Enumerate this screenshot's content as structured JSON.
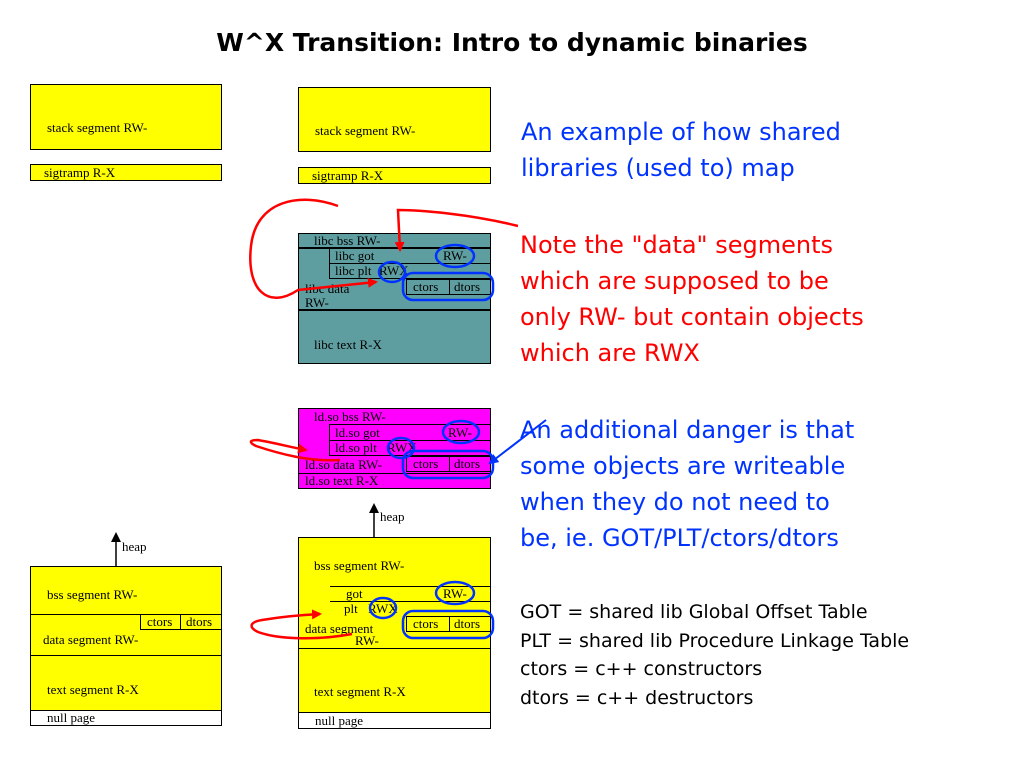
{
  "title": "W^X Transition: Intro to dynamic binaries",
  "left_map": {
    "stack": "stack segment RW-",
    "sigtramp": "sigtramp R-X",
    "heap": "heap",
    "bss": "bss segment RW-",
    "ctors": "ctors",
    "dtors": "dtors",
    "data": "data segment RW-",
    "text": "text segment  R-X",
    "null": "null page"
  },
  "right_map": {
    "stack": "stack segment RW-",
    "sigtramp": "sigtramp R-X",
    "libc": {
      "bss": "libc bss RW-",
      "got": "libc got",
      "got_rw": "RW-",
      "plt": "libc plt",
      "plt_rwx": "RWX",
      "data": "libc data",
      "data_rw": "RW-",
      "ctors": "ctors",
      "dtors": "dtors",
      "text": "libc text R-X"
    },
    "ldso": {
      "bss": "ld.so bss RW-",
      "got": "ld.so got",
      "got_rw": "RW-",
      "plt": "ld.so plt",
      "plt_rwx": "RWX",
      "data": "ld.so data RW-",
      "ctors": "ctors",
      "dtors": "dtors",
      "text": "ld.so text  R-X"
    },
    "heap": "heap",
    "bss": "bss segment RW-",
    "got": "got",
    "got_rw": "RW-",
    "plt": "plt",
    "plt_rwx": "RWX",
    "data": "data segment",
    "data_rw": "RW-",
    "ctors": "ctors",
    "dtors": "dtors",
    "text": "text segment R-X",
    "null": "null page"
  },
  "notes": {
    "example": [
      "An example of how shared",
      "libraries (used to) map"
    ],
    "data_segments": [
      "Note the \"data\" segments",
      "which are supposed to be",
      "only RW- but contain objects",
      "which are RWX"
    ],
    "danger": [
      "An additional danger is that",
      "some objects are writeable",
      "when they do not need to",
      "be, ie. GOT/PLT/ctors/dtors"
    ]
  },
  "glossary": [
    "GOT = shared lib Global Offset Table",
    "PLT = shared lib Procedure Linkage Table",
    "ctors = c++ constructors",
    "dtors = c++ destructors"
  ],
  "colors": {
    "segment": "#ffff00",
    "libc": "#5f9ea0",
    "ldso": "#ff00ff",
    "note_blue": "#0033ff",
    "note_red": "#ff0000",
    "highlight_blue": "#0033ff",
    "arrow_red": "#ff0000"
  }
}
